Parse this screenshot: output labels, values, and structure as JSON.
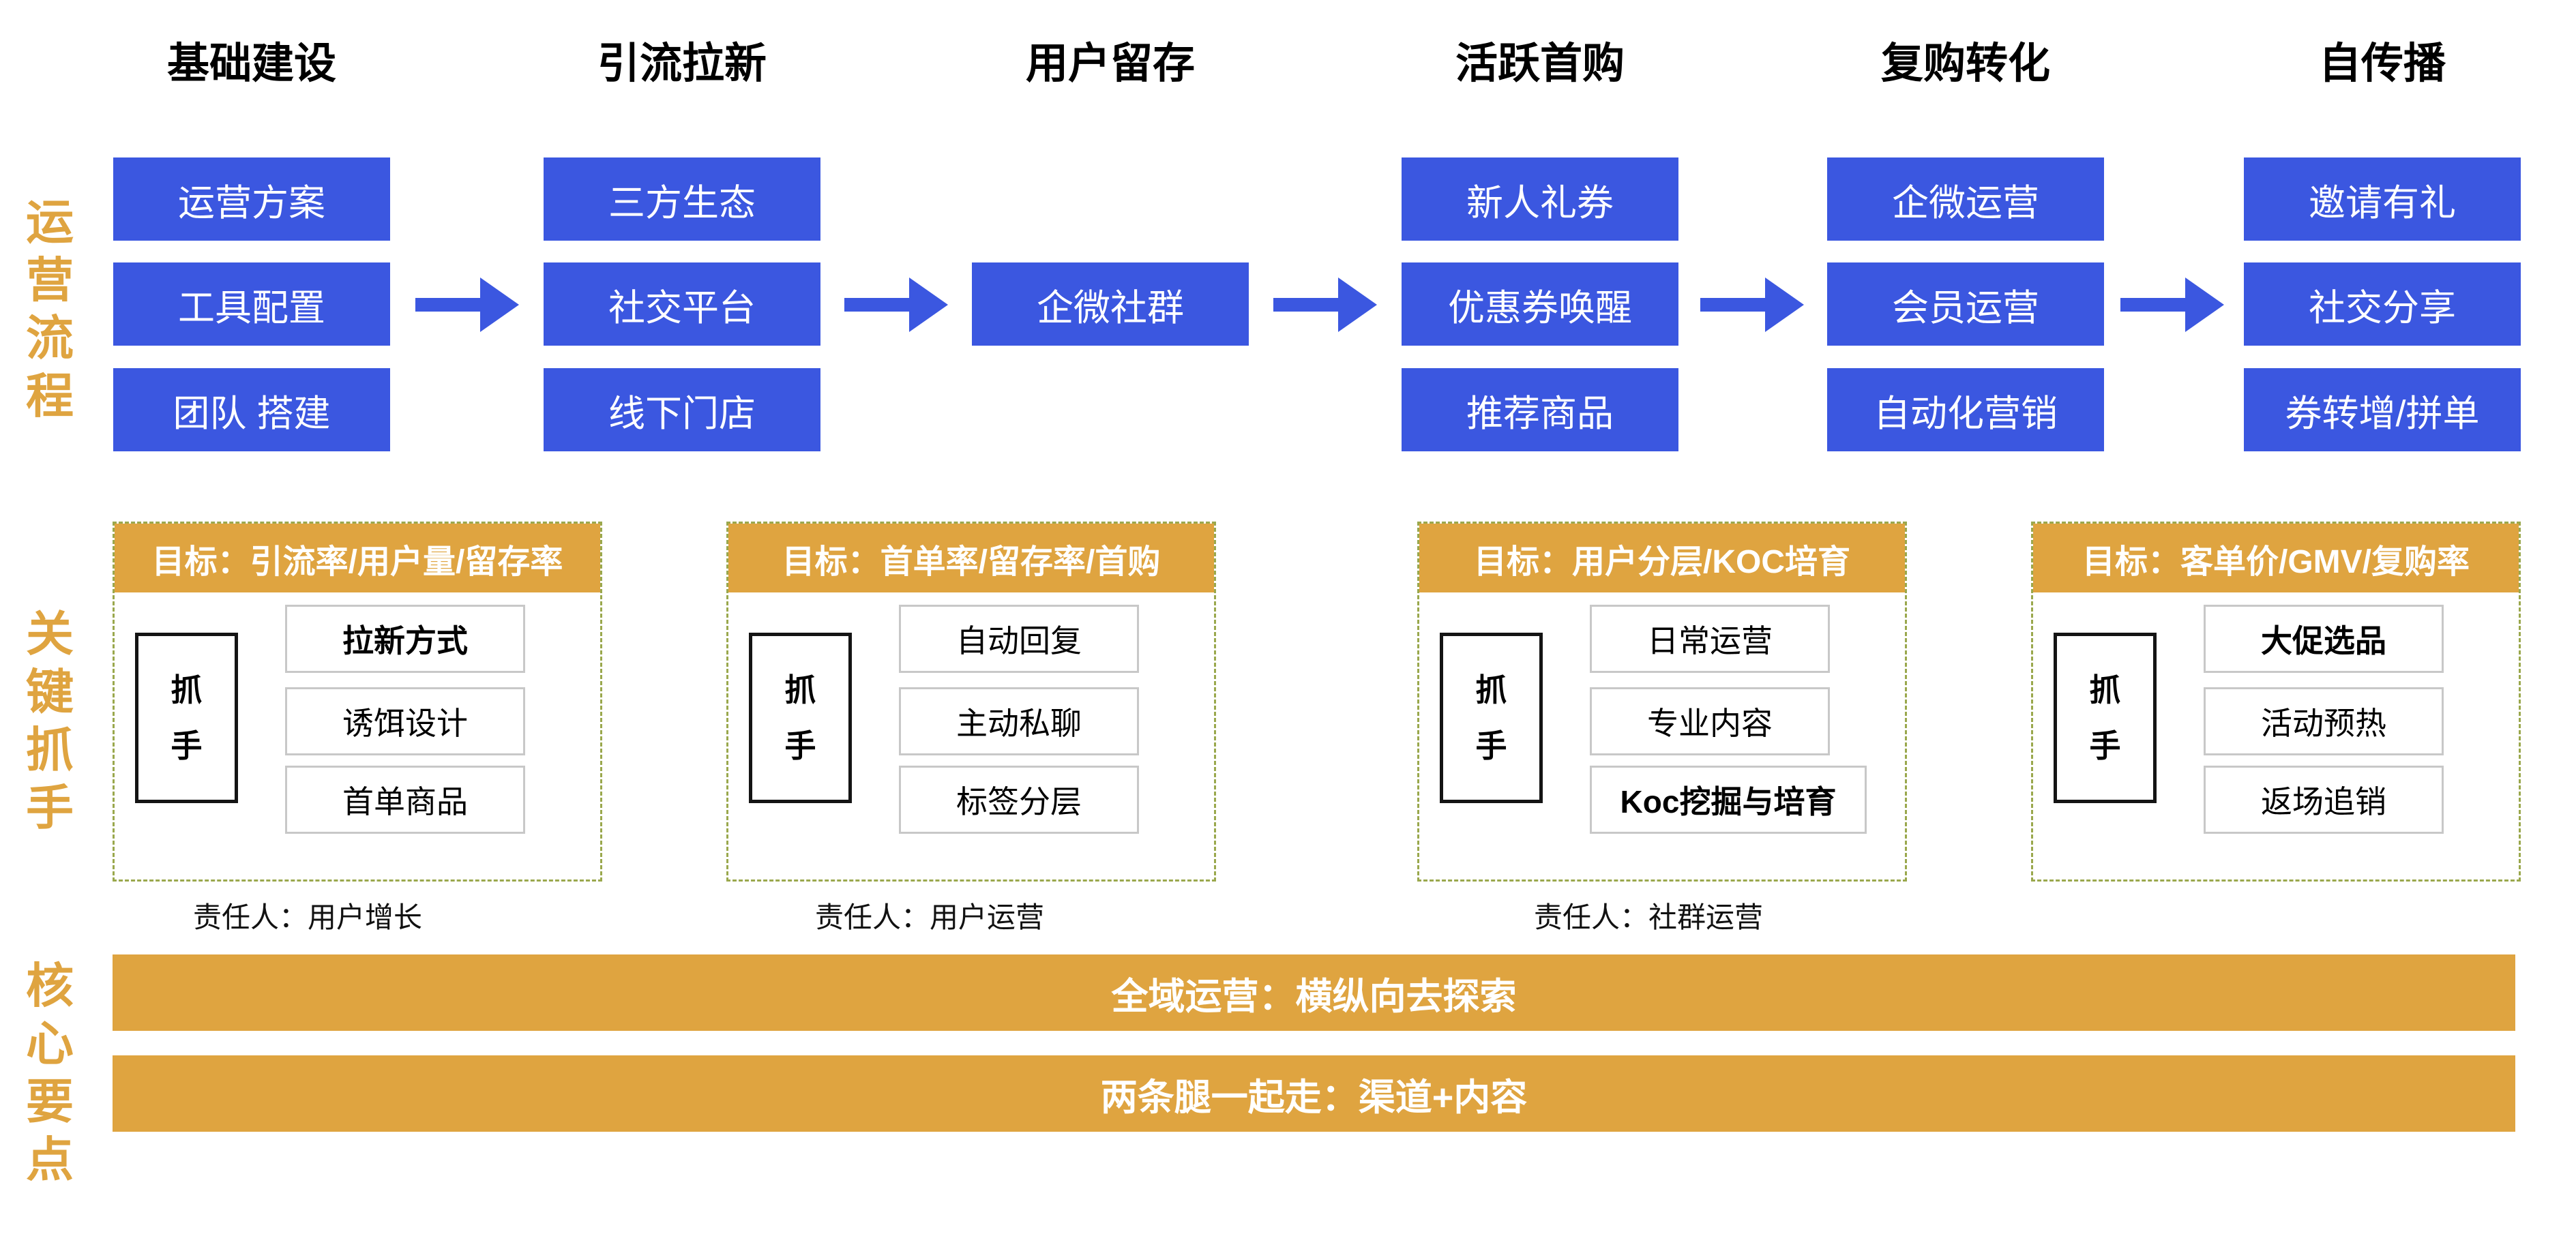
{
  "colors": {
    "flow_box_blue": "#3B57E0",
    "accent_gold": "#DFA440",
    "dash_border_olive": "#9AA84D",
    "item_border_gray": "#C8C8C8"
  },
  "section_labels": [
    "运营流程",
    "关键抓手",
    "核心要点"
  ],
  "flow": {
    "columns": [
      {
        "title": "基础建设",
        "boxes": [
          "运营方案",
          "工具配置",
          "团队 搭建"
        ]
      },
      {
        "title": "引流拉新",
        "boxes": [
          "三方生态",
          "社交平台",
          "线下门店"
        ]
      },
      {
        "title": "用户留存",
        "boxes": [
          "企微社群"
        ]
      },
      {
        "title": "活跃首购",
        "boxes": [
          "新人礼券",
          "优惠券唤醒",
          "推荐商品"
        ]
      },
      {
        "title": "复购转化",
        "boxes": [
          "企微运营",
          "会员运营",
          "自动化营销"
        ]
      },
      {
        "title": "自传播",
        "boxes": [
          "邀请有礼",
          "社交分享",
          "券转增/拼单"
        ]
      }
    ]
  },
  "handles": {
    "groups": [
      {
        "goal": "目标：引流率/用户量/留存率",
        "handle_label": "抓手",
        "items": [
          "拉新方式",
          "诱饵设计",
          "首单商品"
        ],
        "owner": "责任人：用户增长"
      },
      {
        "goal": "目标：首单率/留存率/首购",
        "handle_label": "抓手",
        "items": [
          "自动回复",
          "主动私聊",
          "标签分层"
        ],
        "owner": "责任人：用户运营"
      },
      {
        "goal": "目标：用户分层/KOC培育",
        "handle_label": "抓手",
        "items": [
          "日常运营",
          "专业内容",
          "Koc挖掘与培育"
        ],
        "owner": "责任人：社群运营"
      },
      {
        "goal": "目标：客单价/GMV/复购率",
        "handle_label": "抓手",
        "items": [
          "大促选品",
          "活动预热",
          "返场追销"
        ]
      }
    ]
  },
  "key_points": {
    "bars": [
      "全域运营：横纵向去探索",
      "两条腿一起走：渠道+内容"
    ]
  }
}
